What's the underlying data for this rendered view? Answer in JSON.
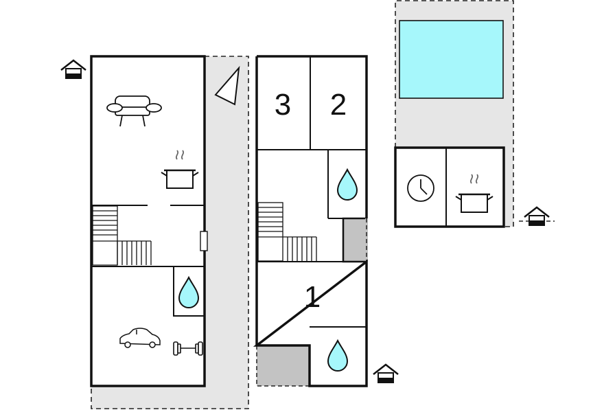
{
  "floorplan": {
    "rooms": [
      {
        "id": "bedroom-3",
        "label": "3"
      },
      {
        "id": "bedroom-2",
        "label": "2"
      },
      {
        "id": "bedroom-1",
        "label": "1"
      }
    ],
    "icons": [
      "house-entrance-icon",
      "sofa-icon",
      "cooking-pot-icon",
      "water-drop-icon",
      "car-icon",
      "dumbbell-icon",
      "staircase-icon",
      "compass-north-icon",
      "clock-icon"
    ],
    "colors": {
      "wall": "#111111",
      "outdoor_area": "#e6e6e6",
      "pool": "#a6f7fb",
      "water_drop": "#a6f7fb",
      "storage": "#c3c3c3"
    }
  }
}
